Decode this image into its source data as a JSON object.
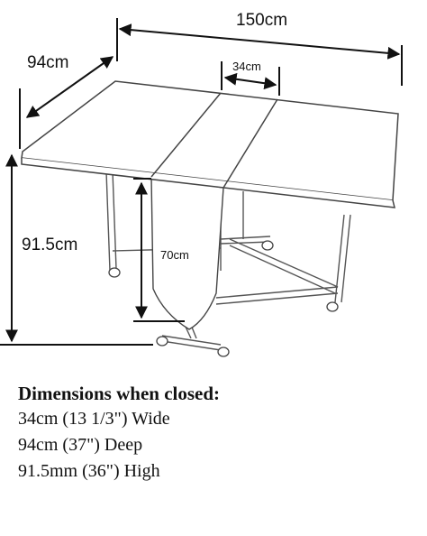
{
  "labels": {
    "length": "150cm",
    "depth": "94cm",
    "center_width": "34cm",
    "height": "91.5cm",
    "board_height": "70cm"
  },
  "closed": {
    "heading": "Dimensions when closed:",
    "lines": [
      "34cm (13 1/3\") Wide",
      "94cm (37\") Deep",
      "91.5mm (36\") High"
    ]
  }
}
